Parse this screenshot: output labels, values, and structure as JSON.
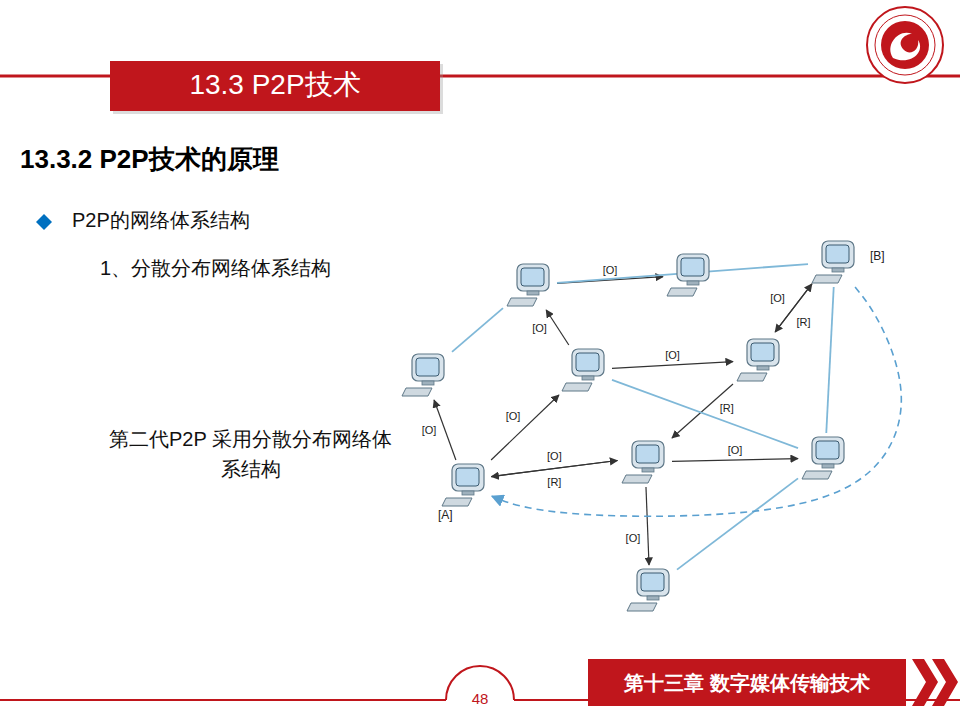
{
  "diagram": {
    "title": "13.3 P2P技术",
    "nodes": [
      {
        "text": []
      },
      {
        "text": []
      },
      {
        "text": [
          "[B]"
        ]
      },
      {
        "text": []
      },
      {
        "text": []
      },
      {
        "text": []
      },
      {
        "text": [
          "[A]"
        ]
      },
      {
        "text": []
      },
      {
        "text": []
      },
      {
        "text": []
      }
    ],
    "edges": [
      {
        "from": 0,
        "to": 1,
        "label": "[O]",
        "arrow": "to"
      },
      {
        "from": 4,
        "to": 0,
        "label": "[O]",
        "arrow": "to"
      },
      {
        "from": 0,
        "to": 3,
        "arrow": "none"
      },
      {
        "from": 0,
        "to": 2,
        "arrow": "none"
      },
      {
        "from": 6,
        "to": 3,
        "label": "[O]",
        "arrow": "to"
      },
      {
        "from": 6,
        "to": 4,
        "label": "[O]",
        "arrow": "to"
      },
      {
        "from": 4,
        "to": 5,
        "label": "[O]",
        "arrow": "to"
      },
      {
        "from": 5,
        "to": 2,
        "label": "[O]",
        "arrow": "to"
      },
      {
        "from": 2,
        "to": 5,
        "label": "[R]",
        "arrow": "to"
      },
      {
        "from": 6,
        "to": 7,
        "label": "[O]",
        "arrow": "to"
      },
      {
        "from": 7,
        "to": 6,
        "label": "[R]",
        "arrow": "to"
      },
      {
        "from": 5,
        "to": 7,
        "label": "[R]",
        "arrow": "to"
      },
      {
        "from": 7,
        "to": 8,
        "label": "[O]",
        "arrow": "to"
      },
      {
        "from": 7,
        "to": 9,
        "label": "[O]",
        "arrow": "to"
      },
      {
        "from": 4,
        "to": 8,
        "arrow": "none"
      },
      {
        "from": 2,
        "to": 8,
        "arrow": "none"
      },
      {
        "from": 8,
        "to": 9,
        "arrow": "none"
      },
      {
        "from": 2,
        "to": 6,
        "arrow": "to"
      }
    ],
    "labels": [
      "13.3.2 P2P技术的原理",
      "P2P的网络体系结构",
      "1、分散分布网络体系结构",
      "第二代P2P 采用分散分布网络体系结构",
      "48",
      "第十三章 数字媒体传输技术"
    ]
  }
}
